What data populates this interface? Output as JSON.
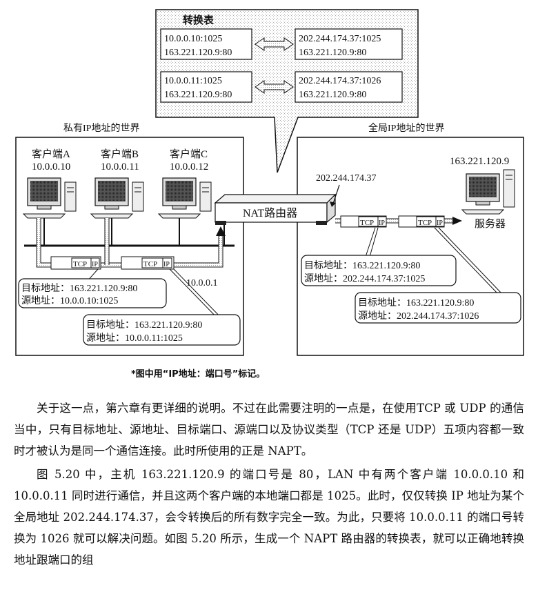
{
  "diagram": {
    "table_title": "转换表",
    "table_rows": [
      {
        "private_1": "10.0.0.10:1025",
        "private_2": "163.221.120.9:80",
        "global_1": "202.244.174.37:1025",
        "global_2": "163.221.120.9:80"
      },
      {
        "private_1": "10.0.0.11:1025",
        "private_2": "163.221.120.9:80",
        "global_1": "202.244.174.37:1026",
        "global_2": "163.221.120.9:80"
      }
    ],
    "private_world_label": "私有IP地址的世界",
    "global_world_label": "全局IP地址的世界",
    "clients": [
      {
        "name": "客户端A",
        "ip": "10.0.0.10"
      },
      {
        "name": "客户端B",
        "ip": "10.0.0.11"
      },
      {
        "name": "客户端C",
        "ip": "10.0.0.12"
      }
    ],
    "router_label": "NAT路由器",
    "router_global_ip": "202.244.174.37",
    "router_private_ip": "10.0.0.1",
    "server_ip": "163.221.120.9",
    "server_label": "服务器",
    "tcp_label": "TCP",
    "ip_label": "IP",
    "callouts": [
      {
        "dst": "目标地址：163.221.120.9:80",
        "src": "源地址：10.0.0.10:1025"
      },
      {
        "dst": "目标地址：163.221.120.9:80",
        "src": "源地址：10.0.0.11:1025"
      },
      {
        "dst": "目标地址：163.221.120.9:80",
        "src": "源地址：202.244.174.37:1025"
      },
      {
        "dst": "目标地址：163.221.120.9:80",
        "src": "源地址：202.244.174.37:1026"
      }
    ],
    "footnote": "*图中用“IP地址：端口号”标记。"
  },
  "body": {
    "paragraph_1": "关于这一点，第六章有更详细的说明。不过在此需要注明的一点是，在使用TCP 或 UDP 的通信当中，只有目标地址、源地址、目标端口、源端口以及协议类型（TCP 还是 UDP）五项内容都一致时才被认为是同一个通信连接。此时所使用的正是 NAPT。",
    "paragraph_2": "图 5.20 中，主机 163.221.120.9 的端口号是 80，LAN 中有两个客户端 10.0.0.10 和 10.0.0.11 同时进行通信，并且这两个客户端的本地端口都是 1025。此时，仅仅转换 IP 地址为某个全局地址 202.244.174.37，会令转换后的所有数字完全一致。为此，只要将 10.0.0.11 的端口号转换为 1026 就可以解决问题。如图 5.20 所示，生成一个 NAPT 路由器的转换表，就可以正确地转换地址跟端口的组"
  }
}
